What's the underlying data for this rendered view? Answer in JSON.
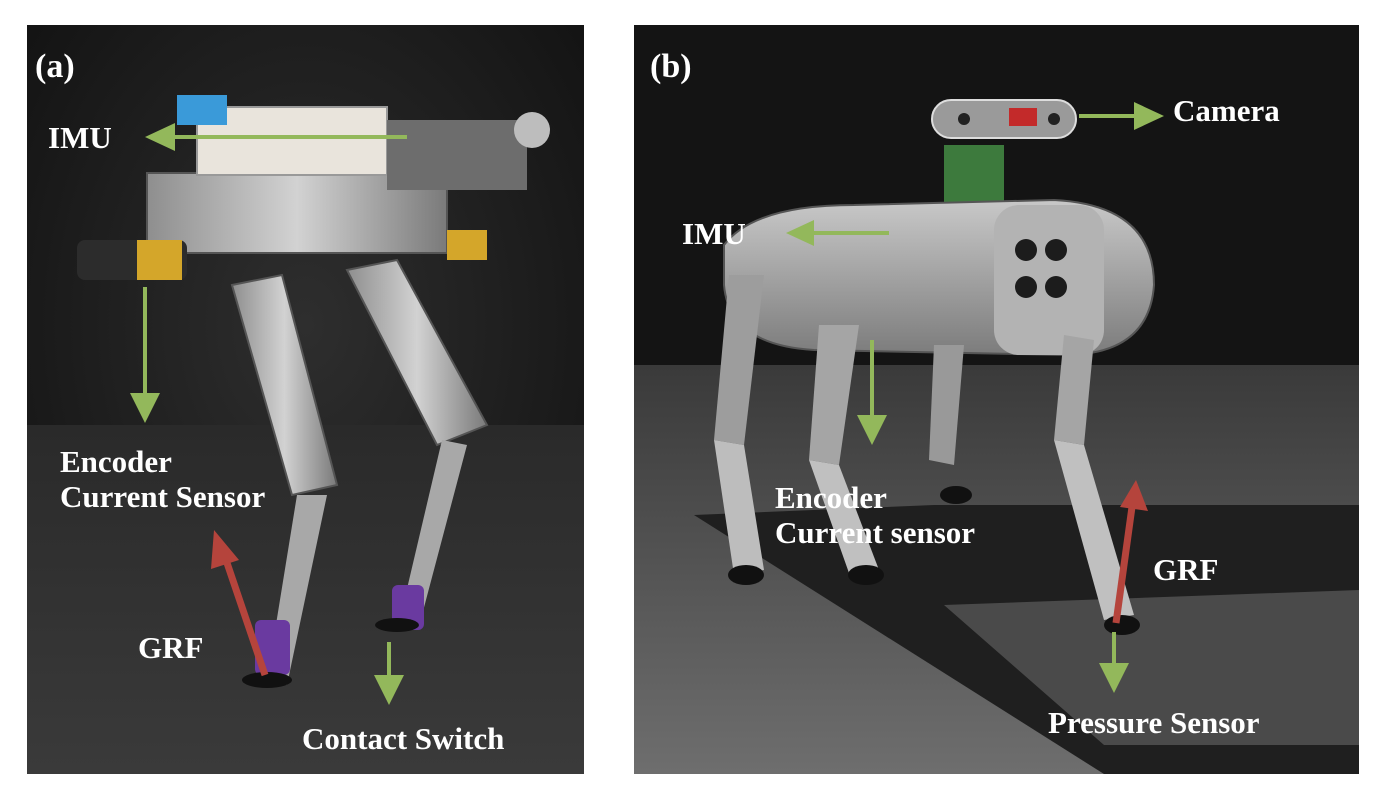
{
  "panel_a": {
    "tag": "(a)",
    "labels": {
      "imu": "IMU",
      "encoder": "Encoder",
      "current": "Current Sensor",
      "grf": "GRF",
      "contact": "Contact Switch"
    }
  },
  "panel_b": {
    "tag": "(b)",
    "labels": {
      "camera": "Camera",
      "imu": "IMU",
      "encoder": "Encoder",
      "current": "Current sensor",
      "grf": "GRF",
      "pressure": "Pressure Sensor"
    }
  },
  "colors": {
    "sensor_arrow": "#93b85b",
    "force_arrow": "#b5443c",
    "label_text": "#ffffff"
  }
}
